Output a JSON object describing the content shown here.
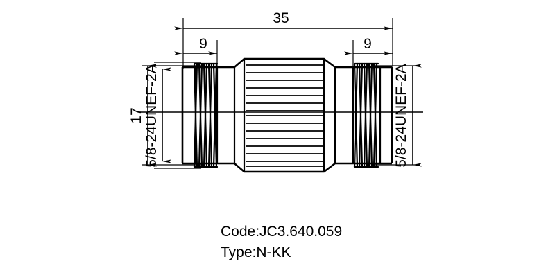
{
  "drawing": {
    "title": "N-KK coaxial adapter outline drawing",
    "background_color": "#ffffff",
    "line_color": "#000000",
    "dimensions": {
      "overall_length": {
        "value": "35",
        "unit_implied": "mm",
        "position": "top",
        "name": "overall-length"
      },
      "left_thread_length": {
        "value": "9",
        "unit_implied": "mm",
        "position": "top-left",
        "name": "left-thread-length"
      },
      "right_thread_length": {
        "value": "9",
        "unit_implied": "mm",
        "position": "top-right",
        "name": "right-thread-length"
      },
      "hex_across_flats": {
        "value": "17",
        "unit_implied": "mm",
        "position": "left-outer",
        "name": "height-17"
      }
    },
    "thread_specs": {
      "left": {
        "label": "5/8-24UNEF-2A",
        "position": "left-inner"
      },
      "right": {
        "label": "5/8-24UNEF-2A",
        "position": "right"
      }
    },
    "captions": {
      "code_label": "Code:JC3.640.059",
      "type_label": "Type:N-KK"
    }
  }
}
